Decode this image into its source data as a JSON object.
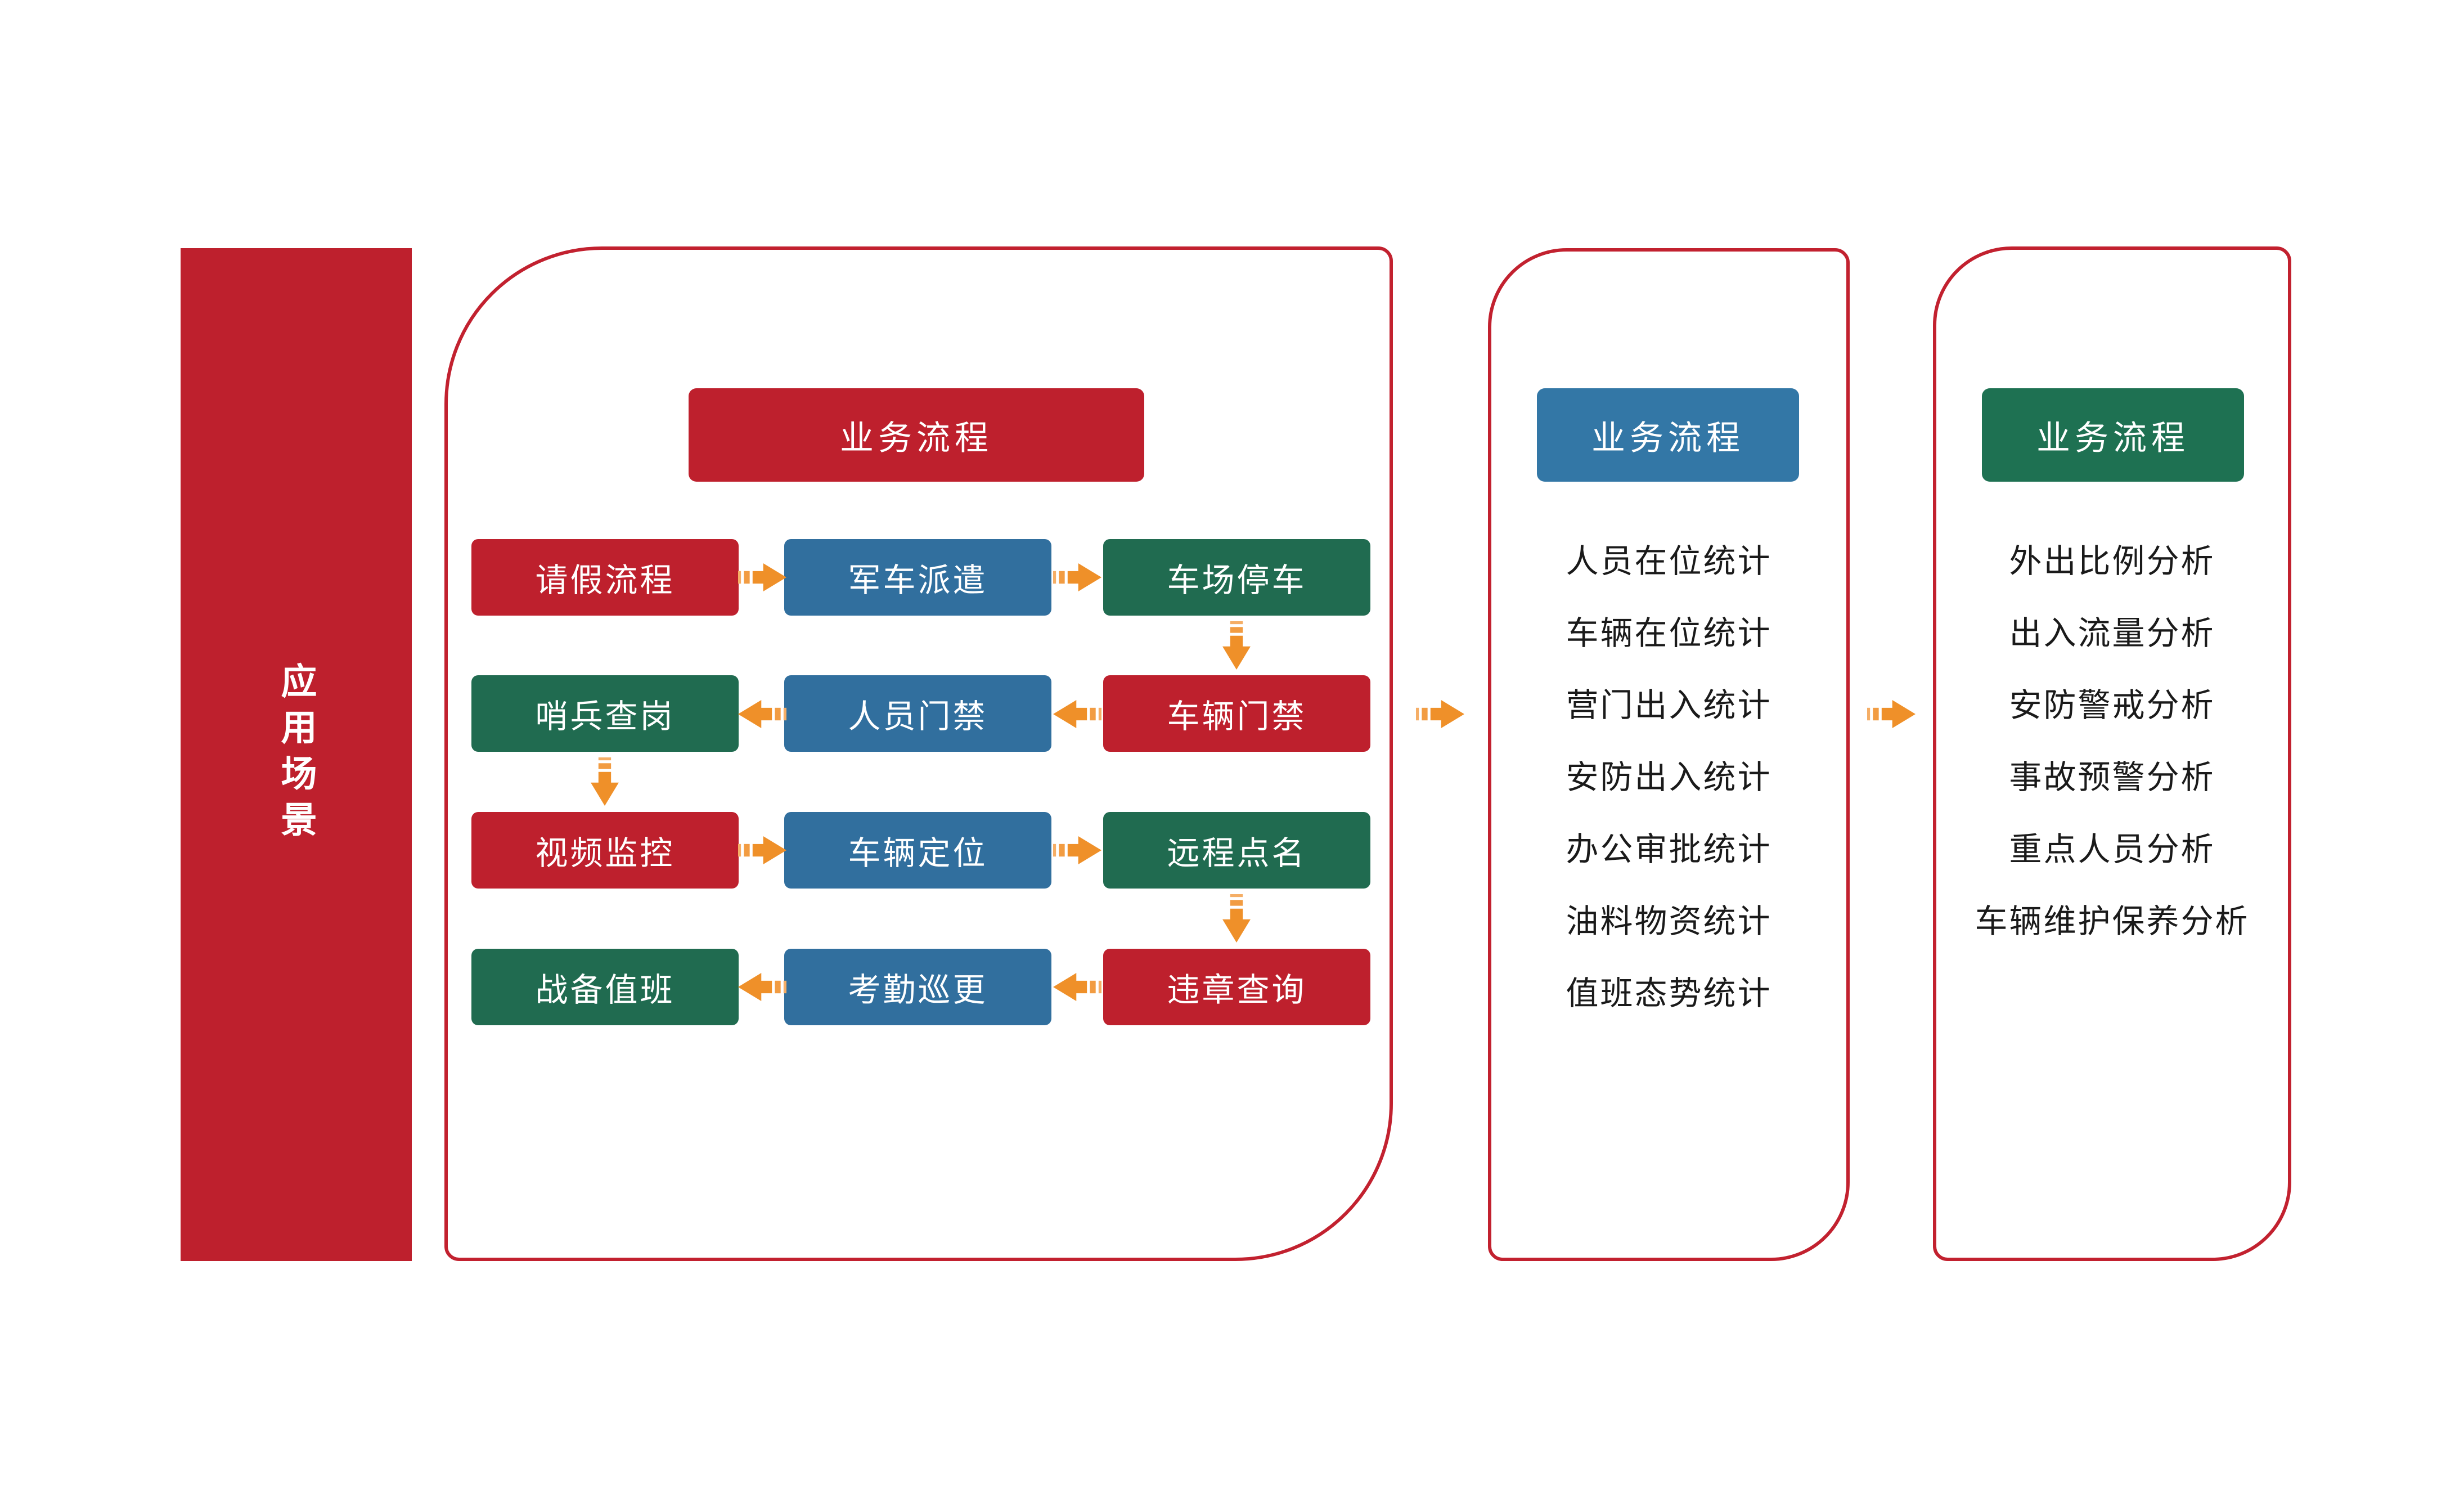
{
  "colors": {
    "red": "#BE202D",
    "blue": "#316F9E",
    "green": "#206B50",
    "blue_header": "#3377A6",
    "green_header": "#1E7152",
    "border_red": "#C2212F",
    "orange": "#EF9029",
    "text_dark": "#1A1A1A"
  },
  "sidebar": {
    "title": "应用场景"
  },
  "process_panel": {
    "header": "业务流程",
    "rows": [
      {
        "direction": "right",
        "cells": [
          {
            "label": "请假流程",
            "color": "red"
          },
          {
            "label": "军车派遣",
            "color": "blue"
          },
          {
            "label": "车场停车",
            "color": "green"
          }
        ]
      },
      {
        "direction": "left",
        "cells": [
          {
            "label": "哨兵查岗",
            "color": "green"
          },
          {
            "label": "人员门禁",
            "color": "blue"
          },
          {
            "label": "车辆门禁",
            "color": "red"
          }
        ]
      },
      {
        "direction": "right",
        "cells": [
          {
            "label": "视频监控",
            "color": "red"
          },
          {
            "label": "车辆定位",
            "color": "blue"
          },
          {
            "label": "远程点名",
            "color": "green"
          }
        ]
      },
      {
        "direction": "left",
        "cells": [
          {
            "label": "战备值班",
            "color": "green"
          },
          {
            "label": "考勤巡更",
            "color": "blue"
          },
          {
            "label": "违章查询",
            "color": "red"
          }
        ]
      }
    ],
    "vertical_connectors": [
      "车场停车→车辆门禁",
      "哨兵查岗→视频监控",
      "远程点名→违章查询"
    ]
  },
  "stats_panel": {
    "header": "业务流程",
    "items": [
      "人员在位统计",
      "车辆在位统计",
      "营门出入统计",
      "安防出入统计",
      "办公审批统计",
      "油料物资统计",
      "值班态势统计"
    ]
  },
  "analysis_panel": {
    "header": "业务流程",
    "items": [
      "外出比例分析",
      "出入流量分析",
      "安防警戒分析",
      "事故预警分析",
      "重点人员分析",
      "车辆维护保养分析"
    ]
  }
}
